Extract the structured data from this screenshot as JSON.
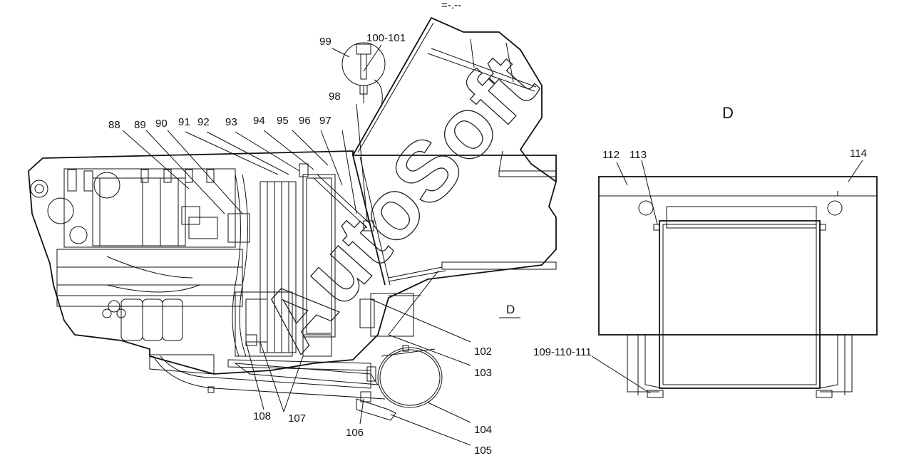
{
  "diagram": {
    "callouts": {
      "c88": "88",
      "c89": "89",
      "c90": "90",
      "c91": "91",
      "c92": "92",
      "c93": "93",
      "c94": "94",
      "c95": "95",
      "c96": "96",
      "c97": "97",
      "c98": "98",
      "c99": "99",
      "c100": "100-101",
      "c102": "102",
      "c103": "103",
      "c104": "104",
      "c105": "105",
      "c106": "106",
      "c107": "107",
      "c108": "108",
      "c109": "109-110-111",
      "c112": "112",
      "c113": "113",
      "c114": "114"
    },
    "view_label_small": "D",
    "view_label_detail": "D",
    "header_mark": "=-.--",
    "watermark": "AutoSoft"
  }
}
